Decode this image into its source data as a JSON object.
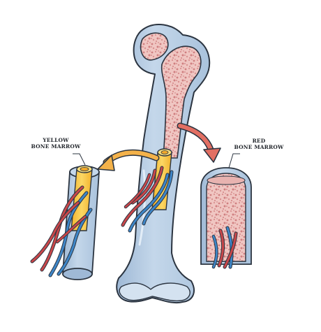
{
  "labels": {
    "yellow": {
      "line1": "YELLOW",
      "line2": "BONE MARROW"
    },
    "red": {
      "line1": "RED",
      "line2": "BONE MARROW"
    }
  },
  "colors": {
    "outline": "#2b3440",
    "cortical_bone": "#b7cde3",
    "cortical_bone_shade": "#9fb9d6",
    "cortical_bone_light": "#d4e2f0",
    "red_marrow": "#f0c6c2",
    "red_marrow_dots": "#cf7f80",
    "yellow_marrow": "#f6c343",
    "yellow_marrow_light": "#fbe07f",
    "artery": "#c9474a",
    "vein": "#3e86c8",
    "arrow": "#f4b24a",
    "arrow_red": "#e26f63"
  }
}
